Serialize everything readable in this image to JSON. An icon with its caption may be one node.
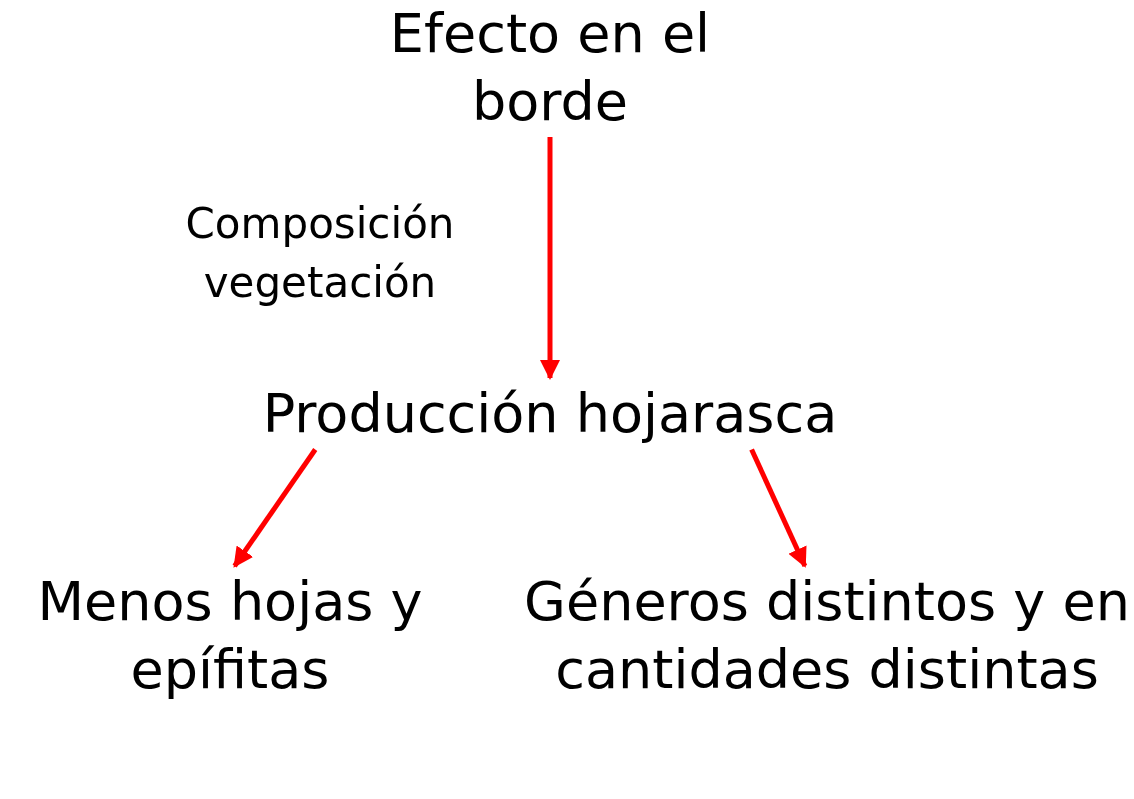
{
  "diagram": {
    "nodes": [
      {
        "text": [
          "Efecto en el borde"
        ]
      },
      {
        "text": [
          "Producción hojarasca"
        ]
      },
      {
        "text": [
          "Menos hojas y epífitas"
        ]
      },
      {
        "text": [
          "Géneros distintos y en cantidades distintas"
        ]
      }
    ],
    "edges": [
      {
        "from": 0,
        "to": 1,
        "arrow": "to",
        "label": "Composición vegetación"
      },
      {
        "from": 1,
        "to": 2,
        "arrow": "to"
      },
      {
        "from": 1,
        "to": 3,
        "arrow": "to"
      }
    ]
  }
}
